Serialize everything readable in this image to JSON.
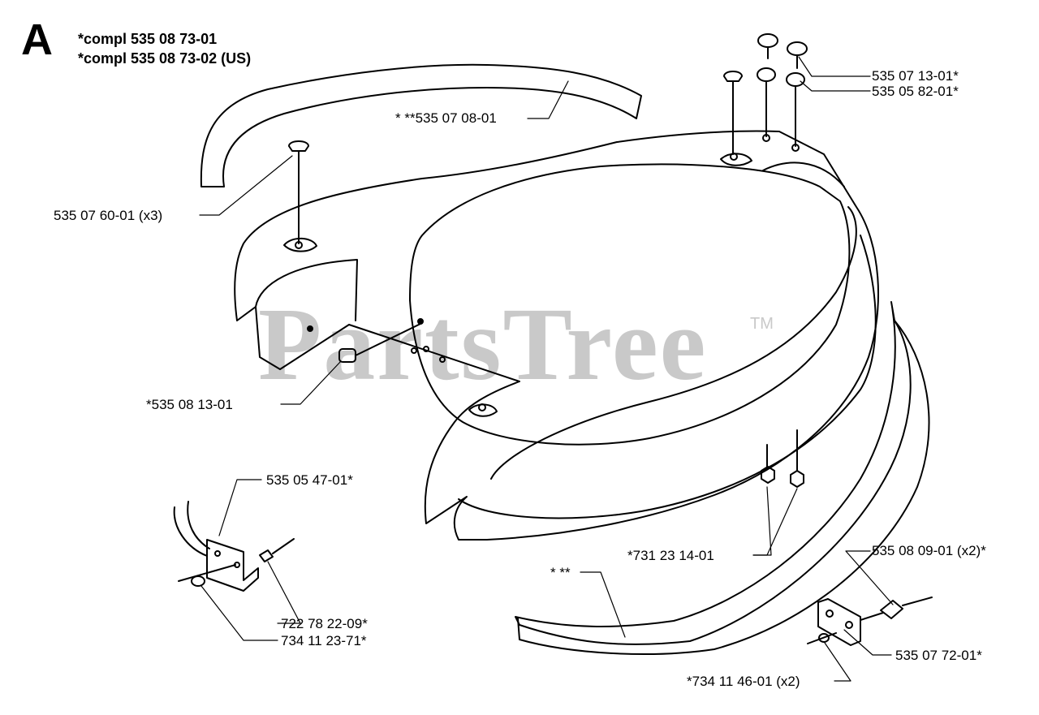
{
  "section_letter": "A",
  "kit_lines": [
    "*compl 535 08 73-01",
    "*compl 535 08 73-02 (US)"
  ],
  "watermark": {
    "text": "PartsTree",
    "mark": "TM"
  },
  "callouts": {
    "p1": "535 07 13-01*",
    "p2": "535 05 82-01*",
    "p3": "* **535 07 08-01",
    "p4": "535 07 60-01 (x3)",
    "p5": "*535 08 13-01",
    "p6": "535 05 47-01*",
    "p7": "*731 23 14-01",
    "p8": "535 08 09-01 (x2)*",
    "p9": "* **",
    "p10": "722 78 22-09*",
    "p11": "734 11 23-71*",
    "p12": "535 07 72-01*",
    "p13": "*734 11 46-01 (x2)"
  },
  "colors": {
    "line": "#000000",
    "watermark": "#c9c9c9"
  }
}
